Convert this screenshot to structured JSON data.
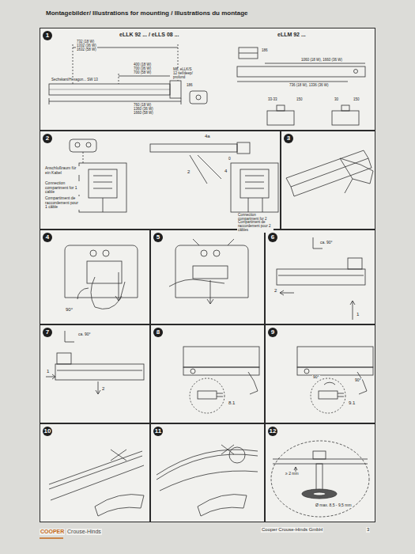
{
  "diagram": {
    "title": "Montagebilder/ Illustrations for mounting / Illustrations du montage",
    "nodes": [
      {
        "text": [
          "1"
        ]
      },
      {
        "text": [
          "2"
        ]
      },
      {
        "text": [
          "3"
        ]
      },
      {
        "text": [
          "4"
        ]
      },
      {
        "text": [
          "5"
        ]
      },
      {
        "text": [
          "6"
        ]
      },
      {
        "text": [
          "7"
        ]
      },
      {
        "text": [
          "8"
        ]
      },
      {
        "text": [
          "9"
        ]
      },
      {
        "text": [
          "10"
        ]
      },
      {
        "text": [
          "11"
        ]
      },
      {
        "text": [
          "12"
        ]
      }
    ],
    "labels": [
      "eLLK 92 ... / eLLS 08 ...",
      "732 (18 W)",
      "1332 (36 W)",
      "1632 (58 W)",
      "400 (18 W)",
      "700 (36 W)",
      "700 (58 W)",
      "M8, eLLK/S",
      "12 tief/deep/",
      "profond",
      "186",
      "Sechskant/Hexagon... SW 13",
      "760 (18 W)",
      "1360 (36 W)",
      "1660 (58 W)",
      "eLLM 92 ...",
      "186",
      "1060 (18 W), 1660 (36 W)",
      "736 (18 W), 1336 (36 W)",
      "33-33",
      "150",
      "30",
      "150",
      "4a",
      "2",
      "4",
      "Anschlußraum für ein Kabel",
      "Connection compartment for 1 cable",
      "Compartiment de raccordement pour 1 câble",
      "0",
      "Connection compartment for 2 cables",
      "Compartiment de raccordement pour 2 câbles",
      "90°",
      "ca. 90°",
      "2",
      "1",
      "ca. 90°",
      "1",
      "2",
      "8.1",
      "90°",
      "90°",
      "9.1",
      "≥ 2 mm",
      "Ø max. 8,5 - 9,5 mm",
      "COOPER",
      "Crouse-Hinds",
      "Cooper Crouse-Hinds GmbH",
      "3"
    ]
  }
}
